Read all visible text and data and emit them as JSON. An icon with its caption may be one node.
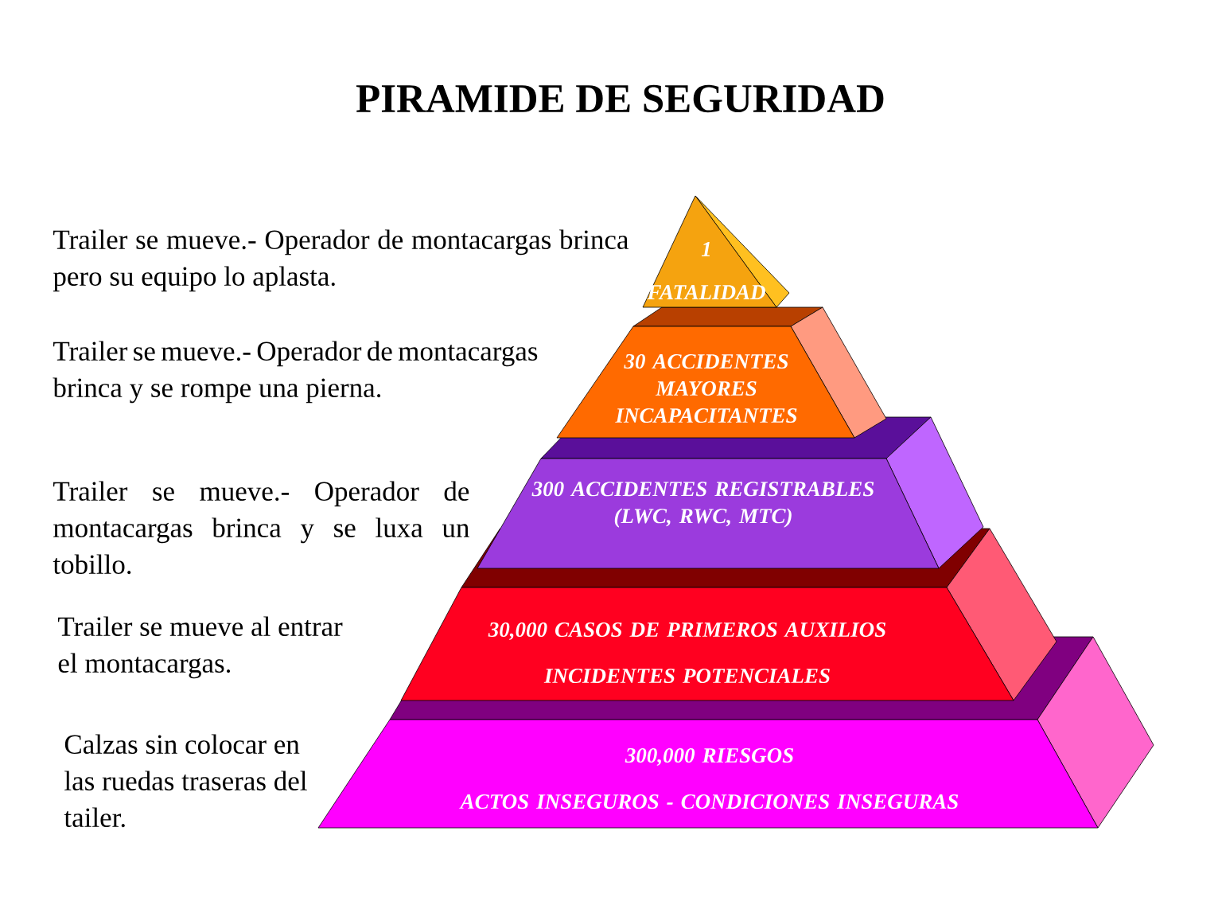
{
  "diagram": {
    "title": "PIRAMIDE DE SEGURIDAD",
    "nodes": [
      {
        "text": [
          "1",
          "FATALIDAD"
        ]
      },
      {
        "text": [
          "30 ACCIDENTES MAYORES INCAPACITANTES"
        ]
      },
      {
        "text": [
          "300 ACCIDENTES REGISTRABLES",
          "(LWC, RWC, MTC)"
        ]
      },
      {
        "text": [
          "30,000 CASOS DE PRIMEROS AUXILIOS",
          "INCIDENTES POTENCIALES"
        ]
      },
      {
        "text": [
          "300,000 RIESGOS",
          "ACTOS INSEGUROS - CONDICIONES INSEGURAS"
        ]
      }
    ],
    "labels": [
      "Trailer se mueve.- Operador de montacargas brinca pero su equipo lo aplasta.",
      "Trailer se mueve.- Operador de montacargas brinca y se rompe una pierna.",
      "Trailer se mueve.- Operador de montacargas brinca y se luxa un tobillo.",
      "Trailer se mueve al entrar el montacargas.",
      "Calzas sin colocar en las ruedas traseras del tailer."
    ]
  }
}
